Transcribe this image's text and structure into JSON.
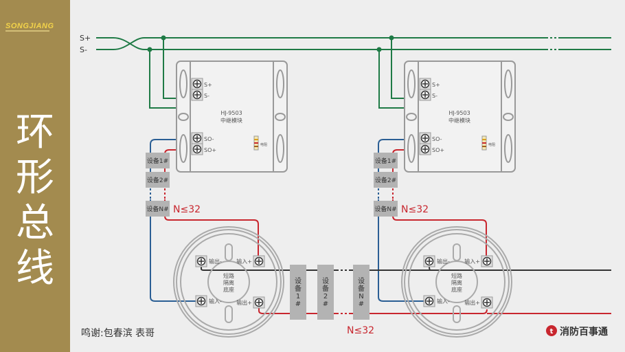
{
  "sidebar": {
    "brand": "SONGJIANG",
    "title": "环形总线"
  },
  "bus": {
    "s_plus": "S+",
    "s_minus": "S-"
  },
  "module": {
    "model": "HJ-9503",
    "name": "中继模块",
    "t_splus": "S+",
    "t_sminus": "S-",
    "t_sominus": "SO-",
    "t_soplus": "SO+",
    "resistor": "电阻"
  },
  "devices": {
    "d1": "设备1#",
    "d2": "设备2#",
    "dn": "设备N#",
    "limit": "N≤32",
    "v1": [
      "设",
      "备",
      "1",
      "#"
    ],
    "v2": [
      "设",
      "备",
      "2",
      "#"
    ],
    "vn": [
      "设",
      "备",
      "N",
      "#"
    ]
  },
  "base": {
    "center": [
      "短路",
      "隔离",
      "底座"
    ],
    "out_minus": "输出-",
    "in_plus": "输入+",
    "in_minus": "输入-",
    "out_plus": "输出+"
  },
  "footer": {
    "credit": "鸣谢:包春滨 表哥",
    "brand": "消防百事通"
  },
  "colors": {
    "sidebar": "#a38b4f",
    "bus": "#1e7a45",
    "blue": "#2a5e94",
    "red": "#c8262e",
    "black": "#333333",
    "device": "#b3b3b3"
  }
}
